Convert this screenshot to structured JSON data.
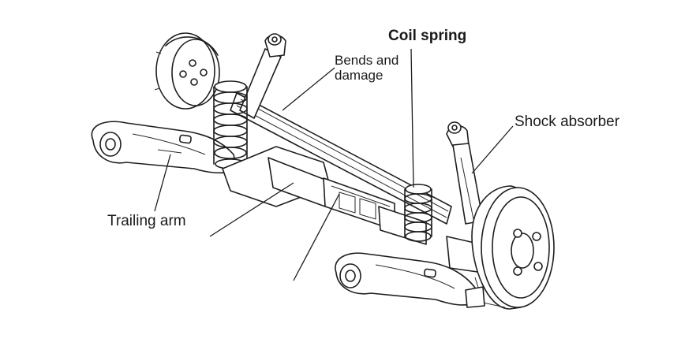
{
  "labels": {
    "coil_spring": "Coil spring",
    "bends_and_damage": "Bends and damage",
    "shock_absorber": "Shock absorber",
    "trailing_arm": "Trailing arm"
  },
  "colors": {
    "ink": "#1e1e1e",
    "background": "#ffffff"
  }
}
